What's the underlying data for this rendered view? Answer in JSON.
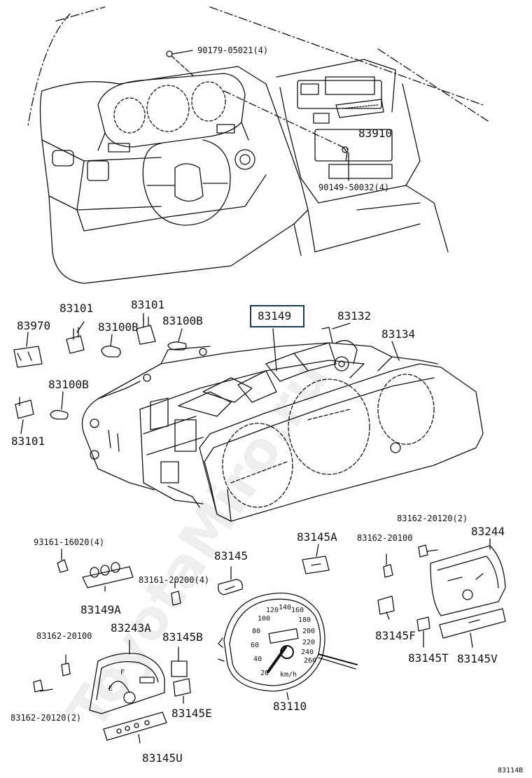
{
  "labels": {
    "p90179": "90179-05021(4)",
    "p83910": "83910",
    "p90149": "90149-50032(4)",
    "p83101a": "83101",
    "p83101b": "83101",
    "p83970": "83970",
    "p83100B_a": "83100B",
    "p83100B_b": "83100B",
    "p83149": "83149",
    "p83132": "83132",
    "p83134": "83134",
    "p83100B_c": "83100B",
    "p83101c": "83101",
    "p83162_20120_top": "83162-20120(2)",
    "p83244": "83244",
    "p93161": "93161-16020(4)",
    "p83145A": "83145A",
    "p83162_20100_r": "83162-20100",
    "p83145": "83145",
    "p83161": "83161-20200(4)",
    "p83149A": "83149A",
    "p83243A": "83243A",
    "p83145B": "83145B",
    "p83162_20100_l": "83162-20100",
    "p83145F": "83145F",
    "p83145T": "83145T",
    "p83145V": "83145V",
    "p83145E": "83145E",
    "p83110": "83110",
    "p83162_20120_bot": "83162-20120(2)",
    "p83145U": "83145U",
    "figure_id": "83114B"
  },
  "speedo": {
    "ticks": [
      "20",
      "40",
      "60",
      "80",
      "100",
      "120",
      "140",
      "160",
      "180",
      "200",
      "220",
      "240",
      "260"
    ],
    "unit": "km/h"
  },
  "gauge_left": {
    "f": "F",
    "e": "E"
  },
  "watermark": "ToyotaMiro.ru"
}
